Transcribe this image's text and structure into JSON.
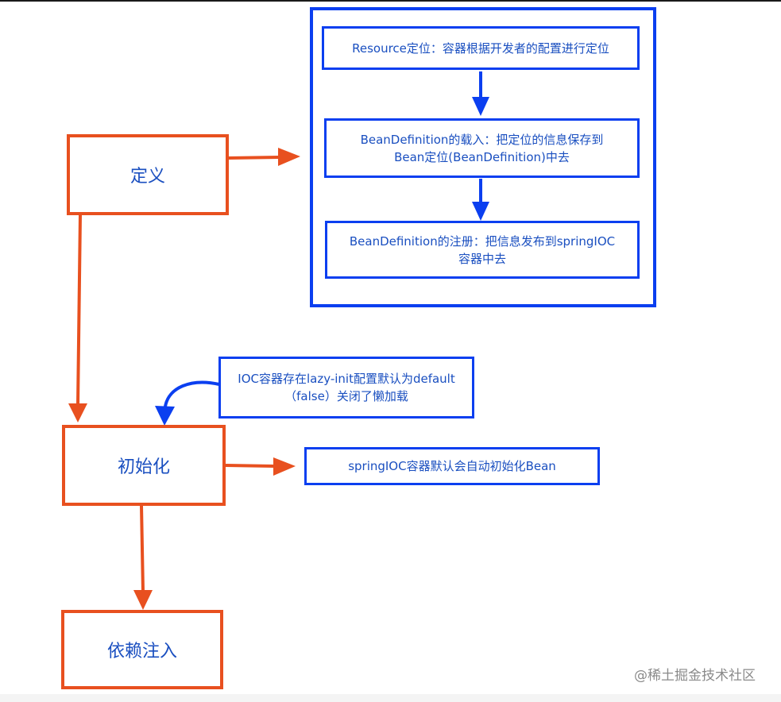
{
  "diagram": {
    "define_label": "定义",
    "init_label": "初始化",
    "inject_label": "依赖注入",
    "step_resource": "Resource定位：容器根据开发者的配置进行定位",
    "step_load_line1": "BeanDefinition的载入：把定位的信息保存到",
    "step_load_line2": "Bean定位(BeanDefinition)中去",
    "step_register_line1": "BeanDefinition的注册：把信息发布到springIOC",
    "step_register_line2": "容器中去",
    "lazy_note_line1": "IOC容器存在lazy-init配置默认为default",
    "lazy_note_line2": "（false）关闭了懒加载",
    "auto_init_note": "springIOC容器默认会自动初始化Bean"
  },
  "watermark": "@稀土掘金技术社区",
  "colors": {
    "orange": "#e8501f",
    "blue": "#0b3ff0",
    "text": "#1a4fc0"
  }
}
